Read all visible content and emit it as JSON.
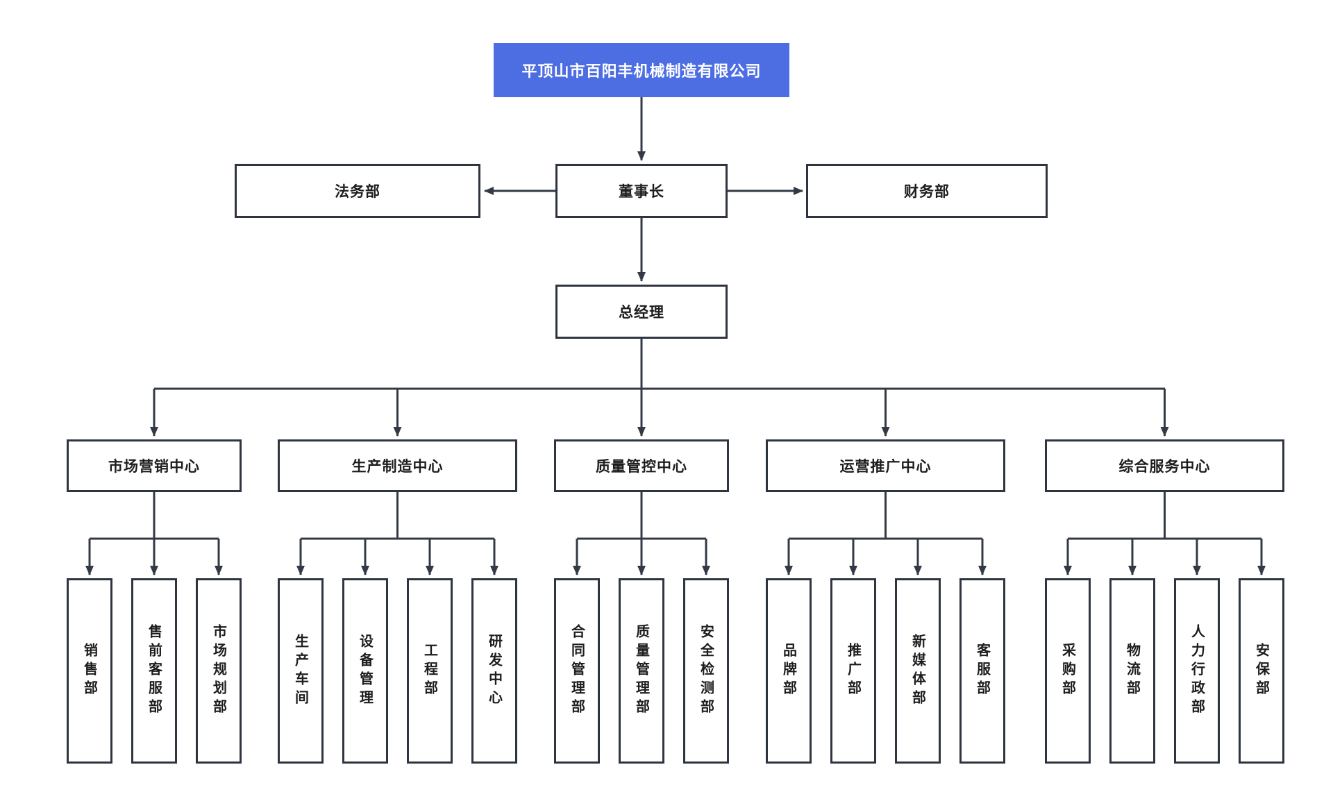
{
  "org": {
    "company": "平顶山市百阳丰机械制造有限公司",
    "legal": "法务部",
    "chairman": "董事长",
    "finance": "财务部",
    "gm": "总经理",
    "centers": [
      {
        "label": "市场营销中心",
        "departments": [
          "销售部",
          "售前客服部",
          "市场规划部"
        ]
      },
      {
        "label": "生产制造中心",
        "departments": [
          "生产车间",
          "设备管理",
          "工程部",
          "研发中心"
        ]
      },
      {
        "label": "质量管控中心",
        "departments": [
          "合同管理部",
          "质量管理部",
          "安全检测部"
        ]
      },
      {
        "label": "运营推广中心",
        "departments": [
          "品牌部",
          "推广部",
          "新媒体部",
          "客服部"
        ]
      },
      {
        "label": "综合服务中心",
        "departments": [
          "采购部",
          "物流部",
          "人力行政部",
          "安保部"
        ]
      }
    ],
    "colors": {
      "accent_blue": "#4d6ee3",
      "line": "#333a45",
      "border": "#2e3440",
      "background": "#ffffff"
    }
  }
}
